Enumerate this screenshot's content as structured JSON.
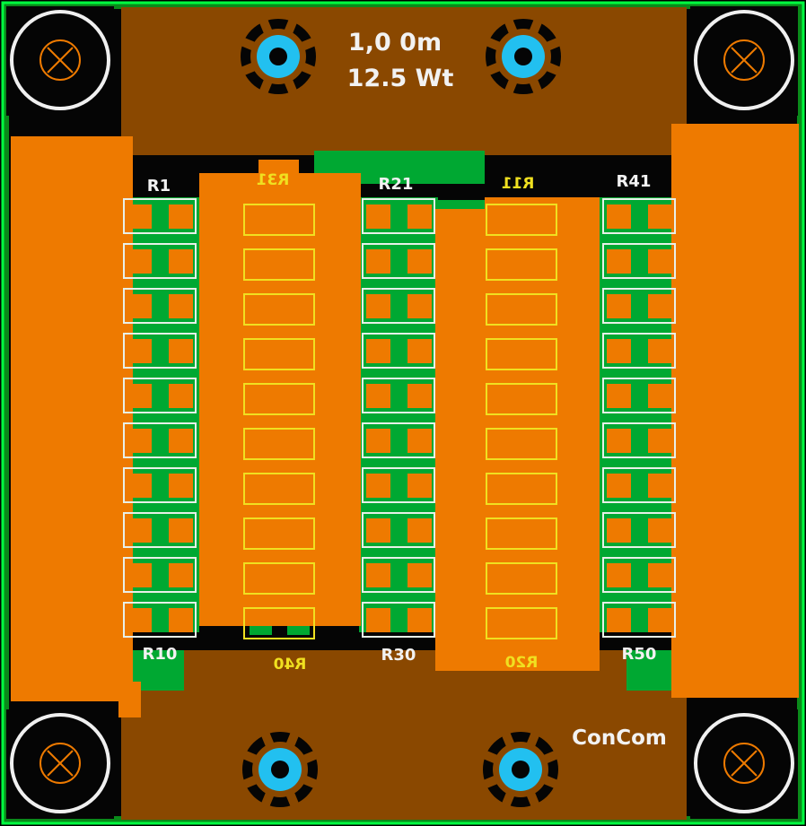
{
  "board": {
    "spec_line_1": "1,0 0m",
    "spec_line_2": "12.5 Wt",
    "brand": "ConCom"
  },
  "designators_top": {
    "r1": "R1",
    "r31": "R31",
    "r21": "R21",
    "r11": "R11",
    "r41": "R41"
  },
  "designators_bottom": {
    "r10": "R10",
    "r40": "R40",
    "r30": "R30",
    "r20": "R20",
    "r50": "R50"
  },
  "colors": {
    "background": "#000000",
    "board_edge": "#0a8a1a",
    "copper_top": "#ee7a00",
    "copper_bottom": "#8a4800",
    "solder_green": "#00a832",
    "silkscreen": "#e8f0e8",
    "silkscreen_bottom": "#f0e020",
    "via_ring": "#22c0f0",
    "mount_hole_cross": "#ee7a00"
  },
  "icons": {
    "mounting_hole": "mounting-hole-icon",
    "thermal_via": "thermal-via-icon"
  }
}
